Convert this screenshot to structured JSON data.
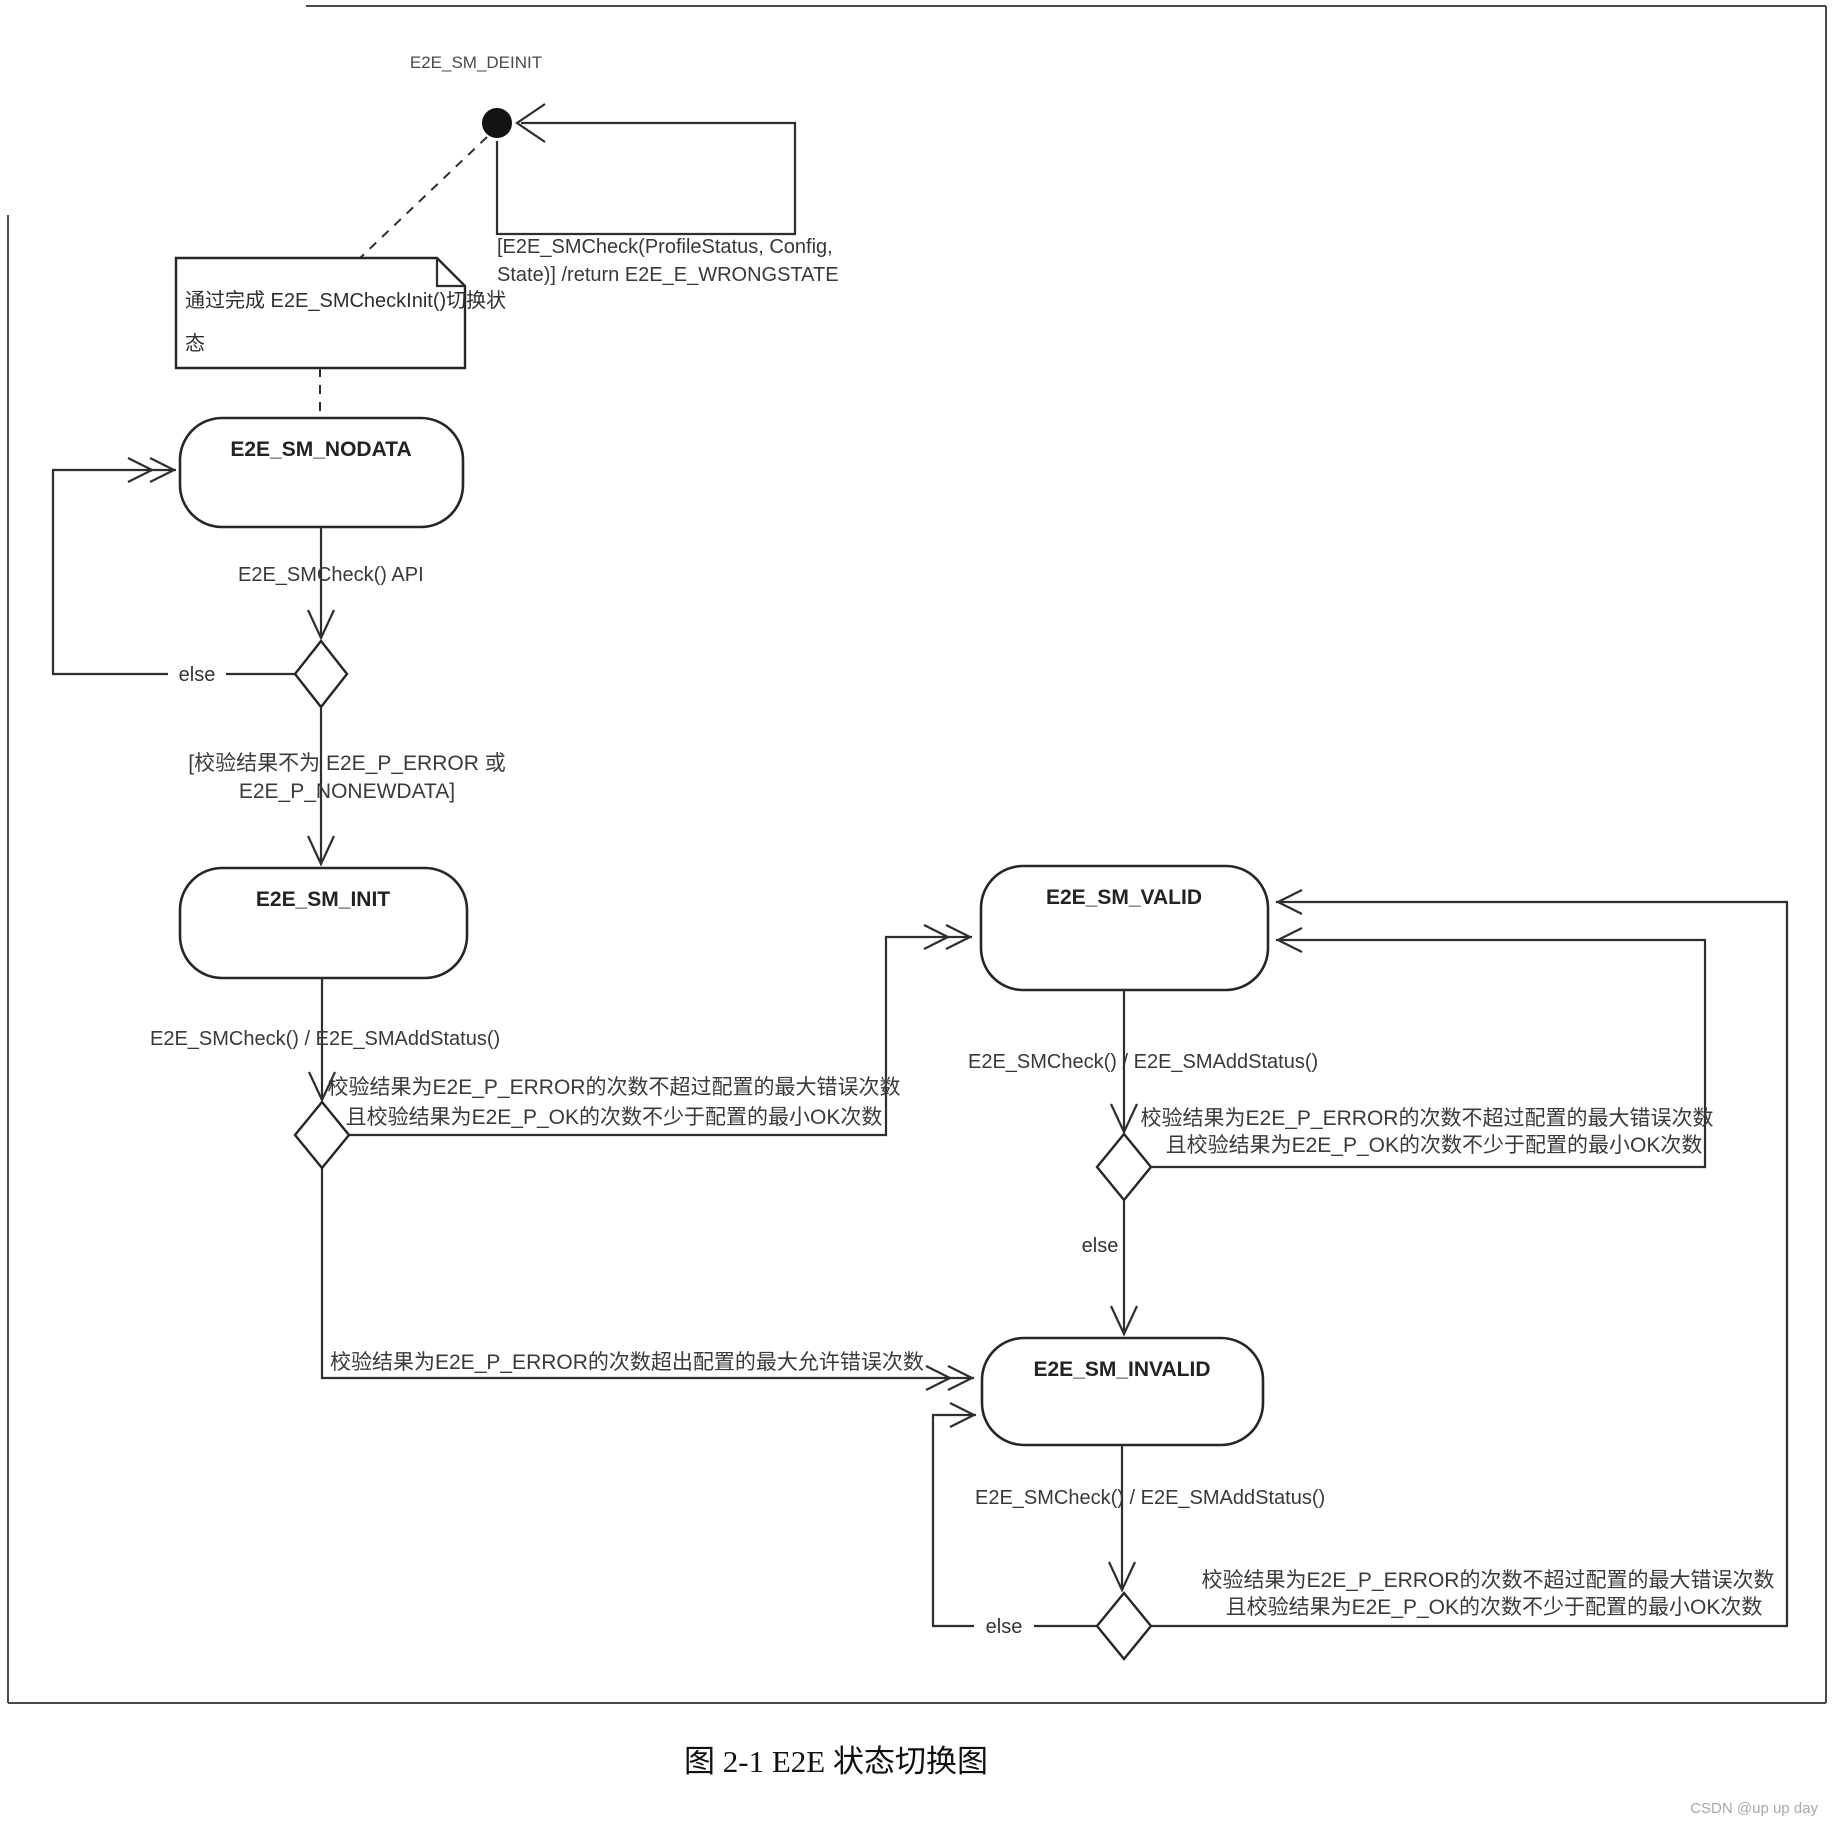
{
  "deinit": {
    "label": "E2E_SM_DEINIT",
    "guard_line1": "[E2E_SMCheck(ProfileStatus, Config,",
    "guard_line2": "State)] /return E2E_E_WRONGSTATE"
  },
  "note": {
    "line1": "通过完成 E2E_SMCheckInit()切换状",
    "line2": "态"
  },
  "states": {
    "nodata": "E2E_SM_NODATA",
    "init": "E2E_SM_INIT",
    "valid": "E2E_SM_VALID",
    "invalid": "E2E_SM_INVALID"
  },
  "transitions": {
    "smcheck_api": "E2E_SMCheck() API",
    "smcheck_addstatus_init": "E2E_SMCheck() / E2E_SMAddStatus()",
    "smcheck_addstatus_valid": "E2E_SMCheck() / E2E_SMAddStatus()",
    "smcheck_addstatus_invalid": "E2E_SMCheck() / E2E_SMAddStatus()",
    "else_nodata": "else",
    "else_valid": "else",
    "else_invalid": "else",
    "guard_not_error_line1": "[校验结果不为 E2E_P_ERROR 或",
    "guard_not_error_line2": "E2E_P_NONEWDATA]",
    "guard_init_to_valid_line1": "校验结果为E2E_P_ERROR的次数不超过配置的最大错误次数",
    "guard_init_to_valid_line2": "且校验结果为E2E_P_OK的次数不少于配置的最小OK次数",
    "guard_valid_loop_line1": "校验结果为E2E_P_ERROR的次数不超过配置的最大错误次数",
    "guard_valid_loop_line2": "且校验结果为E2E_P_OK的次数不少于配置的最小OK次数",
    "guard_invalid_loop_line1": "校验结果为E2E_P_ERROR的次数不超过配置的最大错误次数",
    "guard_invalid_loop_line2": "且校验结果为E2E_P_OK的次数不少于配置的最小OK次数",
    "guard_exceed_error": "校验结果为E2E_P_ERROR的次数超出配置的最大允许错误次数"
  },
  "caption": "图 2-1 E2E 状态切换图",
  "watermark": "CSDN @up up day"
}
